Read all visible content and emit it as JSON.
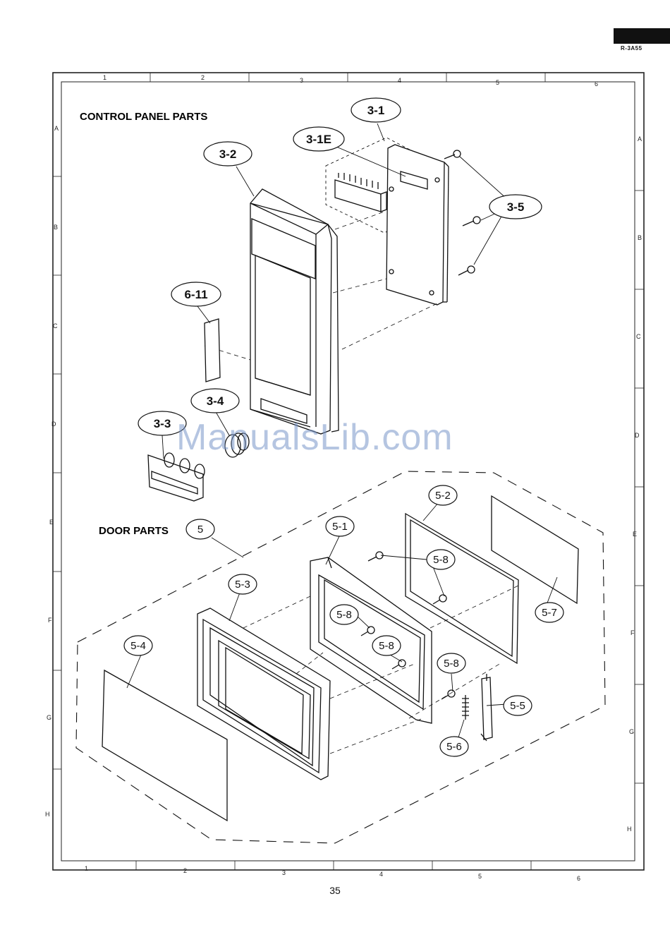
{
  "header": {
    "model": "R-3A55"
  },
  "footer": {
    "page_number": "35"
  },
  "watermark": "ManualsLib.com",
  "sections": {
    "control_panel": "CONTROL PANEL PARTS",
    "door": "DOOR PARTS"
  },
  "grid": {
    "columns": [
      "1",
      "2",
      "3",
      "4",
      "5",
      "6"
    ],
    "rows": [
      "A",
      "B",
      "C",
      "D",
      "E",
      "F",
      "G",
      "H"
    ]
  },
  "callouts": {
    "c3_1": "3-1",
    "c3_1e": "3-1E",
    "c3_2": "3-2",
    "c3_3": "3-3",
    "c3_4": "3-4",
    "c3_5": "3-5",
    "c6_11": "6-11",
    "c5": "5",
    "c5_1": "5-1",
    "c5_2": "5-2",
    "c5_3": "5-3",
    "c5_4": "5-4",
    "c5_5": "5-5",
    "c5_6": "5-6",
    "c5_7": "5-7",
    "c5_8": "5-8"
  }
}
